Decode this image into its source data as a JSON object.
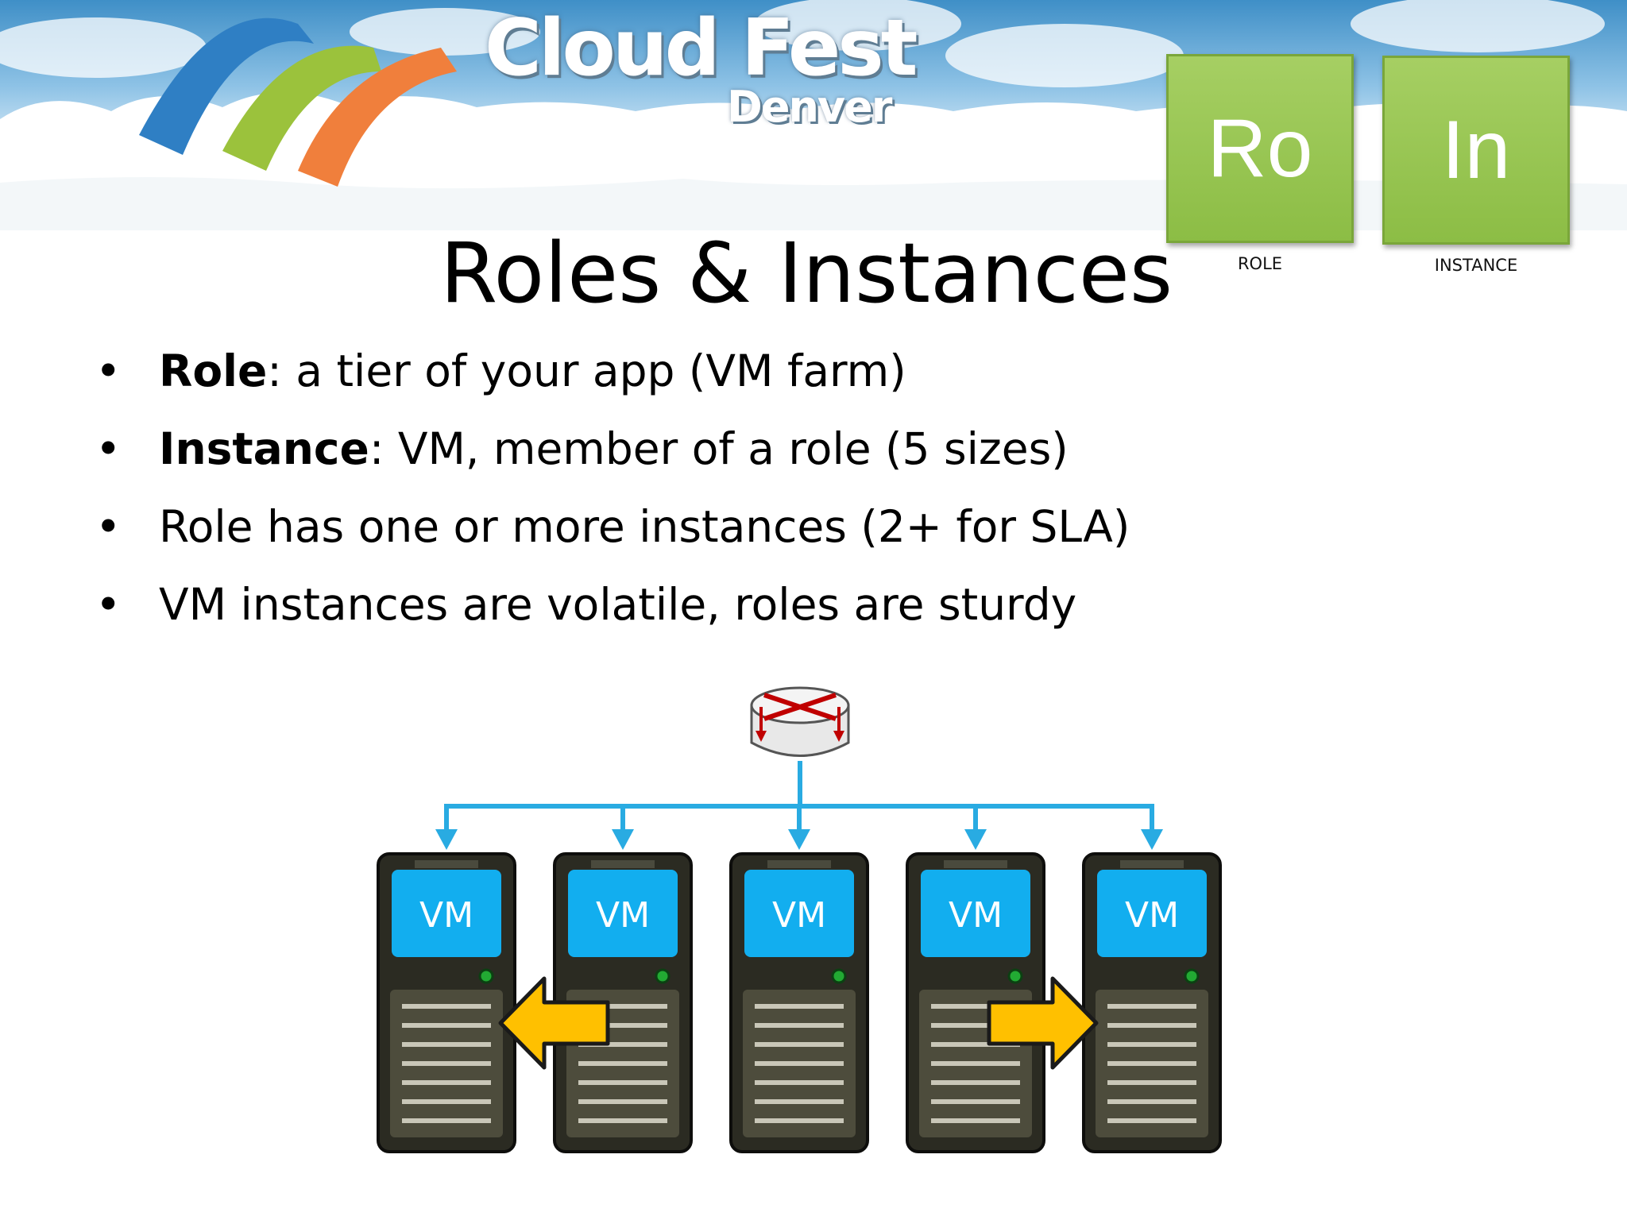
{
  "header": {
    "logo_title": "Cloud Fest",
    "logo_subtitle": "Denver"
  },
  "tiles": [
    {
      "symbol": "Ro",
      "label": "ROLE"
    },
    {
      "symbol": "In",
      "label": "INSTANCE"
    }
  ],
  "title": "Roles & Instances",
  "bullets": [
    {
      "bold": "Role",
      "rest": ": a tier of your app (VM farm)"
    },
    {
      "bold": "Instance",
      "rest": ": VM, member of a role (5 sizes)"
    },
    {
      "bold": "",
      "rest": "Role has one or more instances (2+ for SLA)"
    },
    {
      "bold": "",
      "rest": "VM instances are volatile, roles are sturdy"
    }
  ],
  "diagram": {
    "server_label": "VM",
    "server_count": 5,
    "colors": {
      "network": "#29abe2",
      "vm_screen": "#12aeef",
      "arrow": "#ffc000",
      "router_cross": "#c00000",
      "server_body": "#2b2b22"
    }
  }
}
